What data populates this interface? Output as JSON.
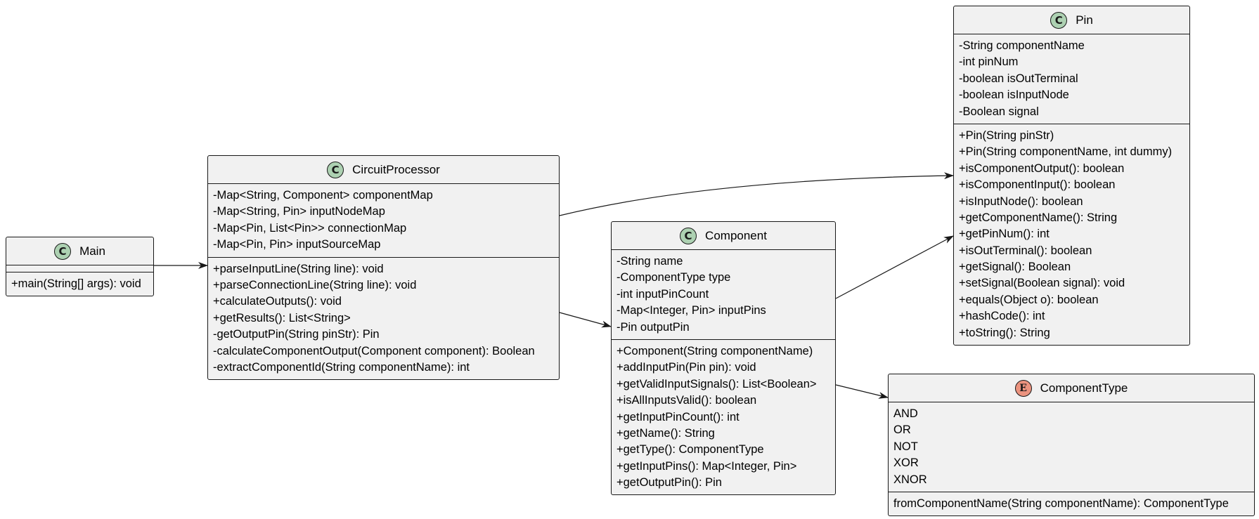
{
  "classes": {
    "main": {
      "stereotype": "C",
      "name": "Main",
      "fields": [],
      "methods": [
        "+main(String[] args): void"
      ]
    },
    "circuit_processor": {
      "stereotype": "C",
      "name": "CircuitProcessor",
      "fields": [
        "-Map<String, Component> componentMap",
        "-Map<String, Pin> inputNodeMap",
        "-Map<Pin, List<Pin>> connectionMap",
        "-Map<Pin, Pin> inputSourceMap"
      ],
      "methods": [
        "+parseInputLine(String line): void",
        "+parseConnectionLine(String line): void",
        "+calculateOutputs(): void",
        "+getResults(): List<String>",
        "-getOutputPin(String pinStr): Pin",
        "-calculateComponentOutput(Component component): Boolean",
        "-extractComponentId(String componentName): int"
      ]
    },
    "component": {
      "stereotype": "C",
      "name": "Component",
      "fields": [
        "-String name",
        "-ComponentType type",
        "-int inputPinCount",
        "-Map<Integer, Pin> inputPins",
        "-Pin outputPin"
      ],
      "methods": [
        "+Component(String componentName)",
        "+addInputPin(Pin pin): void",
        "+getValidInputSignals(): List<Boolean>",
        "+isAllInputsValid(): boolean",
        "+getInputPinCount(): int",
        "+getName(): String",
        "+getType(): ComponentType",
        "+getInputPins(): Map<Integer, Pin>",
        "+getOutputPin(): Pin"
      ]
    },
    "pin": {
      "stereotype": "C",
      "name": "Pin",
      "fields": [
        "-String componentName",
        "-int pinNum",
        "-boolean isOutTerminal",
        "-boolean isInputNode",
        "-Boolean signal"
      ],
      "methods": [
        "+Pin(String pinStr)",
        "+Pin(String componentName, int dummy)",
        "+isComponentOutput(): boolean",
        "+isComponentInput(): boolean",
        "+isInputNode(): boolean",
        "+getComponentName(): String",
        "+getPinNum(): int",
        "+isOutTerminal(): boolean",
        "+getSignal(): Boolean",
        "+setSignal(Boolean signal): void",
        "+equals(Object o): boolean",
        "+hashCode(): int",
        "+toString(): String"
      ]
    },
    "component_type": {
      "stereotype": "E",
      "name": "ComponentType",
      "fields": [
        "AND",
        "OR",
        "NOT",
        "XOR",
        "XNOR"
      ],
      "methods": [
        "fromComponentName(String componentName): ComponentType"
      ]
    }
  },
  "associations": [
    {
      "from": "Main",
      "to": "CircuitProcessor"
    },
    {
      "from": "CircuitProcessor",
      "to": "Pin"
    },
    {
      "from": "CircuitProcessor",
      "to": "Component"
    },
    {
      "from": "Component",
      "to": "Pin"
    },
    {
      "from": "Component",
      "to": "ComponentType"
    }
  ],
  "colors": {
    "class_fill": "#f1f1f1",
    "border": "#181818",
    "class_badge": "#add1b2",
    "enum_badge": "#eb937f",
    "arrow": "#181818"
  }
}
